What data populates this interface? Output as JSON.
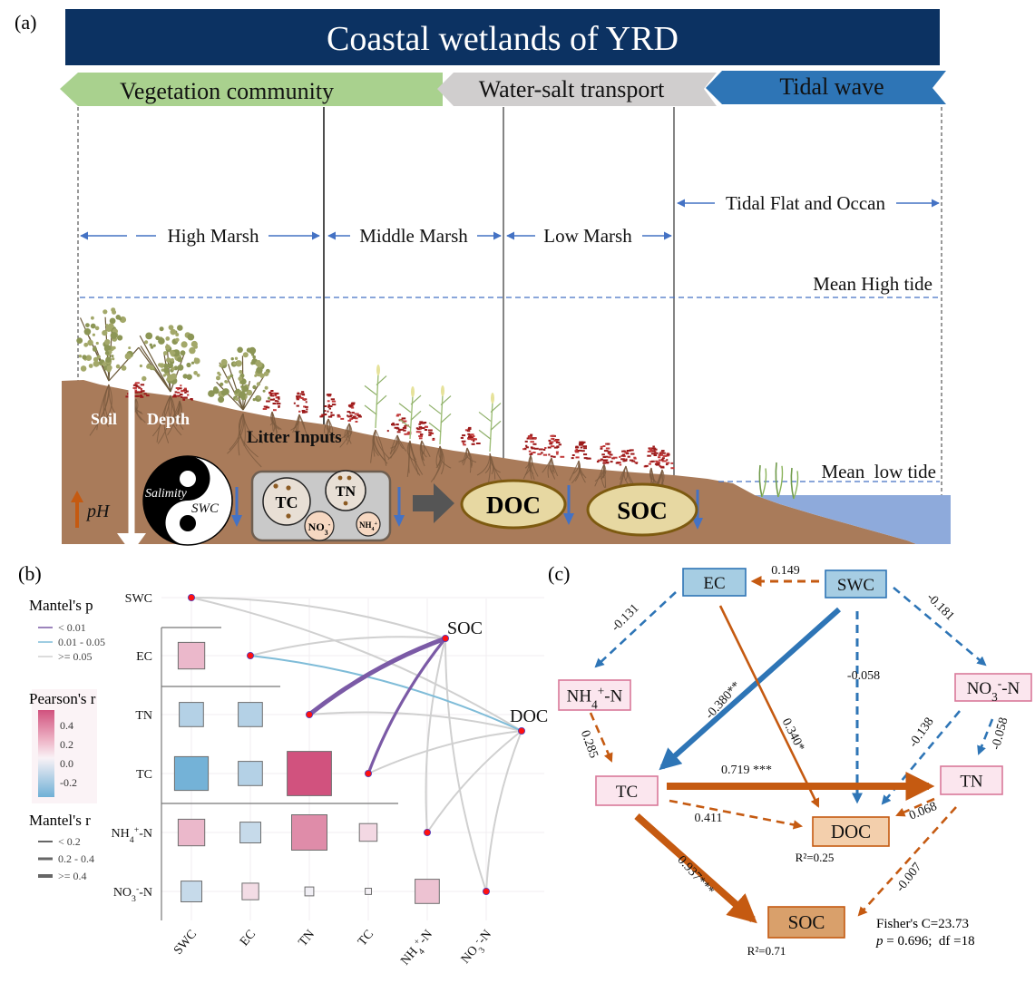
{
  "panel_a": {
    "label": "(a)",
    "title": "Coastal wetlands of YRD",
    "ribbons": [
      {
        "label": "Vegetation community",
        "color": "#a9d18e"
      },
      {
        "label": "Water-salt transport",
        "color": "#d0cece"
      },
      {
        "label": "Tidal wave",
        "color": "#2e75b6"
      }
    ],
    "zones": [
      {
        "label": "High Marsh"
      },
      {
        "label": "Middle Marsh"
      },
      {
        "label": "Low Marsh"
      },
      {
        "label": "Tidal Flat and Occan"
      }
    ],
    "tides": {
      "high": "Mean High tide",
      "low": "Mean  low tide"
    },
    "soil_labels": {
      "soil": "Soil",
      "depth": "Depth",
      "litter": "Litter Inputs",
      "ph": "pH",
      "salinity": "Salimity",
      "swc": "SWC"
    },
    "pools": {
      "tc": "TC",
      "tn": "TN",
      "no3": {
        "base": "NO",
        "sub": "3",
        "sup": "-"
      },
      "nh4": {
        "base": "NH",
        "sub": "4",
        "sup": "+"
      },
      "doc": "DOC",
      "soc": "SOC"
    },
    "colors": {
      "banner": "#0c3262",
      "soil": "#a97b5a",
      "water": "#8eaadb",
      "arrow_blue": "#4472c4",
      "ph_arrow": "#c55a11"
    }
  },
  "panel_b": {
    "label": "(b)",
    "legend": {
      "mantel_p": {
        "title": "Mantel's p",
        "items": [
          {
            "label": "< 0.01",
            "color": "#7b5aa6"
          },
          {
            "label": "0.01 - 0.05",
            "color": "#7fbcd8"
          },
          {
            "label": ">= 0.05",
            "color": "#d0d0d0"
          }
        ]
      },
      "pearson_r": {
        "title": "Pearson's r",
        "ticks": [
          "0.4",
          "0.2",
          "0.0",
          "-0.2"
        ],
        "colors": {
          "low": "#6fb0d6",
          "mid": "#f9f2f6",
          "high": "#d1527e"
        }
      },
      "mantel_r": {
        "title": "Mantel's r",
        "items": [
          "< 0.2",
          "0.2 - 0.4",
          ">= 0.4"
        ]
      }
    },
    "variables": [
      {
        "key": "SWC",
        "base": "SWC"
      },
      {
        "key": "EC",
        "base": "EC"
      },
      {
        "key": "TN",
        "base": "TN"
      },
      {
        "key": "TC",
        "base": "TC"
      },
      {
        "key": "NH4",
        "base": "NH",
        "sub": "4",
        "sup": "+",
        "tail": "-N"
      },
      {
        "key": "NO3",
        "base": "NO",
        "sub": "3",
        "sup": "-",
        "tail": "-N"
      }
    ],
    "correlations": [
      {
        "row": "EC",
        "col": "SWC",
        "r": 0.18
      },
      {
        "row": "TN",
        "col": "SWC",
        "r": -0.15
      },
      {
        "row": "TN",
        "col": "EC",
        "r": -0.15
      },
      {
        "row": "TC",
        "col": "SWC",
        "r": -0.29
      },
      {
        "row": "TC",
        "col": "EC",
        "r": -0.15
      },
      {
        "row": "TC",
        "col": "TN",
        "r": 0.5
      },
      {
        "row": "NH4",
        "col": "SWC",
        "r": 0.18
      },
      {
        "row": "NH4",
        "col": "EC",
        "r": -0.11
      },
      {
        "row": "NH4",
        "col": "TN",
        "r": 0.32
      },
      {
        "row": "NH4",
        "col": "TC",
        "r": 0.08
      },
      {
        "row": "NO3",
        "col": "SWC",
        "r": -0.11
      },
      {
        "row": "NO3",
        "col": "EC",
        "r": 0.07
      },
      {
        "row": "NO3",
        "col": "TN",
        "r": -0.02
      },
      {
        "row": "NO3",
        "col": "TC",
        "r": -0.01
      },
      {
        "row": "NO3",
        "col": "NH4",
        "r": 0.15
      }
    ],
    "targets": [
      {
        "key": "SOC",
        "label": "SOC"
      },
      {
        "key": "DOC",
        "label": "DOC"
      }
    ],
    "mantel_edges": [
      {
        "from": "SWC",
        "to": "SOC",
        "p": ">= 0.05",
        "r": "< 0.2"
      },
      {
        "from": "SWC",
        "to": "DOC",
        "p": ">= 0.05",
        "r": "< 0.2"
      },
      {
        "from": "EC",
        "to": "SOC",
        "p": ">= 0.05",
        "r": "< 0.2"
      },
      {
        "from": "EC",
        "to": "DOC",
        "p": "0.01 - 0.05",
        "r": "< 0.2"
      },
      {
        "from": "TN",
        "to": "SOC",
        "p": "< 0.01",
        "r": ">= 0.4"
      },
      {
        "from": "TN",
        "to": "DOC",
        "p": ">= 0.05",
        "r": "< 0.2"
      },
      {
        "from": "TC",
        "to": "SOC",
        "p": "< 0.01",
        "r": "0.2 - 0.4"
      },
      {
        "from": "TC",
        "to": "DOC",
        "p": ">= 0.05",
        "r": "< 0.2"
      },
      {
        "from": "NH4",
        "to": "SOC",
        "p": ">= 0.05",
        "r": "< 0.2"
      },
      {
        "from": "NH4",
        "to": "DOC",
        "p": ">= 0.05",
        "r": "< 0.2"
      },
      {
        "from": "NO3",
        "to": "SOC",
        "p": ">= 0.05",
        "r": "< 0.2"
      },
      {
        "from": "NO3",
        "to": "DOC",
        "p": ">= 0.05",
        "r": "< 0.2"
      }
    ]
  },
  "panel_c": {
    "label": "(c)",
    "nodes": [
      {
        "key": "EC",
        "base": "EC",
        "group": "soil_property"
      },
      {
        "key": "SWC",
        "base": "SWC",
        "group": "soil_property"
      },
      {
        "key": "NH4",
        "base": "NH",
        "sub": "4",
        "sup": "+",
        "tail": "-N",
        "group": "nutrient"
      },
      {
        "key": "NO3",
        "base": "NO",
        "sub": "3",
        "sup": "-",
        "tail": "-N",
        "group": "nutrient"
      },
      {
        "key": "TC",
        "base": "TC",
        "group": "nutrient"
      },
      {
        "key": "TN",
        "base": "TN",
        "group": "nutrient"
      },
      {
        "key": "DOC",
        "base": "DOC",
        "group": "doc"
      },
      {
        "key": "SOC",
        "base": "SOC",
        "group": "soc"
      }
    ],
    "node_colors": {
      "soil_property": {
        "fill": "#a6cde3",
        "stroke": "#2f75b5"
      },
      "nutrient": {
        "fill": "#fbe6ee",
        "stroke": "#d9799a"
      },
      "doc": {
        "fill": "#f3cfac",
        "stroke": "#c55a11"
      },
      "soc": {
        "fill": "#d9a06b",
        "stroke": "#c55a11"
      }
    },
    "path_colors": {
      "positive": "#c55a11",
      "negative": "#2e75b6"
    },
    "paths": [
      {
        "from": "SWC",
        "to": "EC",
        "coef": "0.149",
        "color": "positive",
        "significant": false
      },
      {
        "from": "EC",
        "to": "NH4",
        "coef": "-0.131",
        "color": "negative",
        "significant": false
      },
      {
        "from": "SWC",
        "to": "NO3",
        "coef": "-0.181",
        "color": "negative",
        "significant": false
      },
      {
        "from": "SWC",
        "to": "TC",
        "coef": "-0.380**",
        "color": "negative",
        "significant": true
      },
      {
        "from": "EC",
        "to": "DOC",
        "coef": "0.340*",
        "color": "positive",
        "significant": true
      },
      {
        "from": "SWC",
        "to": "DOC",
        "coef": "-0.058",
        "color": "negative",
        "significant": false
      },
      {
        "from": "NH4",
        "to": "TC",
        "coef": "0.285",
        "color": "positive",
        "significant": false
      },
      {
        "from": "NO3",
        "to": "DOC",
        "coef": "-0.138",
        "color": "negative",
        "significant": false
      },
      {
        "from": "NO3",
        "to": "TN",
        "coef": "-0.058",
        "color": "negative",
        "significant": false
      },
      {
        "from": "TC",
        "to": "TN",
        "coef": "0.719 ***",
        "color": "positive",
        "significant": true
      },
      {
        "from": "TC",
        "to": "DOC",
        "coef": "0.411",
        "color": "positive",
        "significant": false
      },
      {
        "from": "TN",
        "to": "DOC",
        "coef": "0.068",
        "color": "positive",
        "significant": false
      },
      {
        "from": "TC",
        "to": "SOC",
        "coef": "0.937***",
        "color": "positive",
        "significant": true
      },
      {
        "from": "TN",
        "to": "SOC",
        "coef": "-0.007",
        "color": "positive",
        "significant": false
      }
    ],
    "r2": {
      "DOC": "R²=0.25",
      "SOC": "R²=0.71"
    },
    "fit": {
      "fisher": "Fisher's C=23.73",
      "p_symbol": "p",
      "p_rest": " = 0.696;  df =18"
    }
  }
}
